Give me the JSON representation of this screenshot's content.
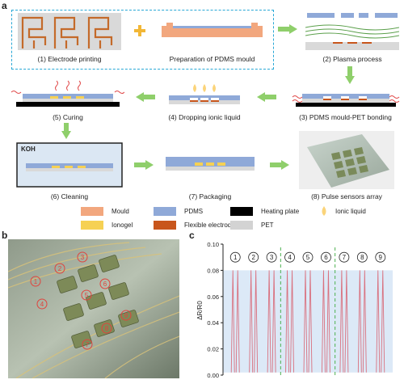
{
  "panels": {
    "a": "a",
    "b": "b",
    "c": "c"
  },
  "steps": {
    "s1": "(1) Electrode printing",
    "s1b": "Preparation of PDMS mould",
    "s2": "(2) Plasma process",
    "s3": "(3) PDMS mould-PET bonding",
    "s4": "(4) Dropping ionic liquid",
    "s5": "(5) Curing",
    "s6": "(6) Cleaning",
    "s7": "(7) Packaging",
    "s8": "(8) Pulse sensors array"
  },
  "koh_label": "KOH",
  "legend": [
    {
      "label": "Mould",
      "color": "#f2a77e",
      "type": "swatch"
    },
    {
      "label": "PDMS",
      "color": "#8fa9d8",
      "type": "swatch"
    },
    {
      "label": "Heating plate",
      "color": "#000000",
      "type": "swatch"
    },
    {
      "label": "Ionic liquid",
      "color": "#fbd47a",
      "type": "dot"
    },
    {
      "label": "Ionogel",
      "color": "#f6d154",
      "type": "swatch"
    },
    {
      "label": "Flexible electrode",
      "color": "#c8561c",
      "type": "swatch"
    },
    {
      "label": "PET",
      "color": "#d3d3d3",
      "type": "swatch"
    }
  ],
  "photo_b": {
    "sensor_labels": [
      "1",
      "2",
      "3",
      "4",
      "5",
      "6",
      "7",
      "8",
      "9"
    ]
  },
  "chart_data": {
    "type": "line",
    "ylabel": "ΔR/R0",
    "ylim": [
      0,
      0.1
    ],
    "yticks": [
      "0.00",
      "0.02",
      "0.04",
      "0.06",
      "0.08",
      "0.10"
    ],
    "groups": [
      "1",
      "2",
      "3",
      "4",
      "5",
      "6",
      "7",
      "8",
      "9"
    ],
    "peak_value": 0.08,
    "pulses_per_group": 2,
    "group_dividers_after": [
      3,
      6
    ],
    "colors": {
      "line": "#d9717f",
      "band": "#dce9f7",
      "divider": "#4cb050"
    }
  }
}
